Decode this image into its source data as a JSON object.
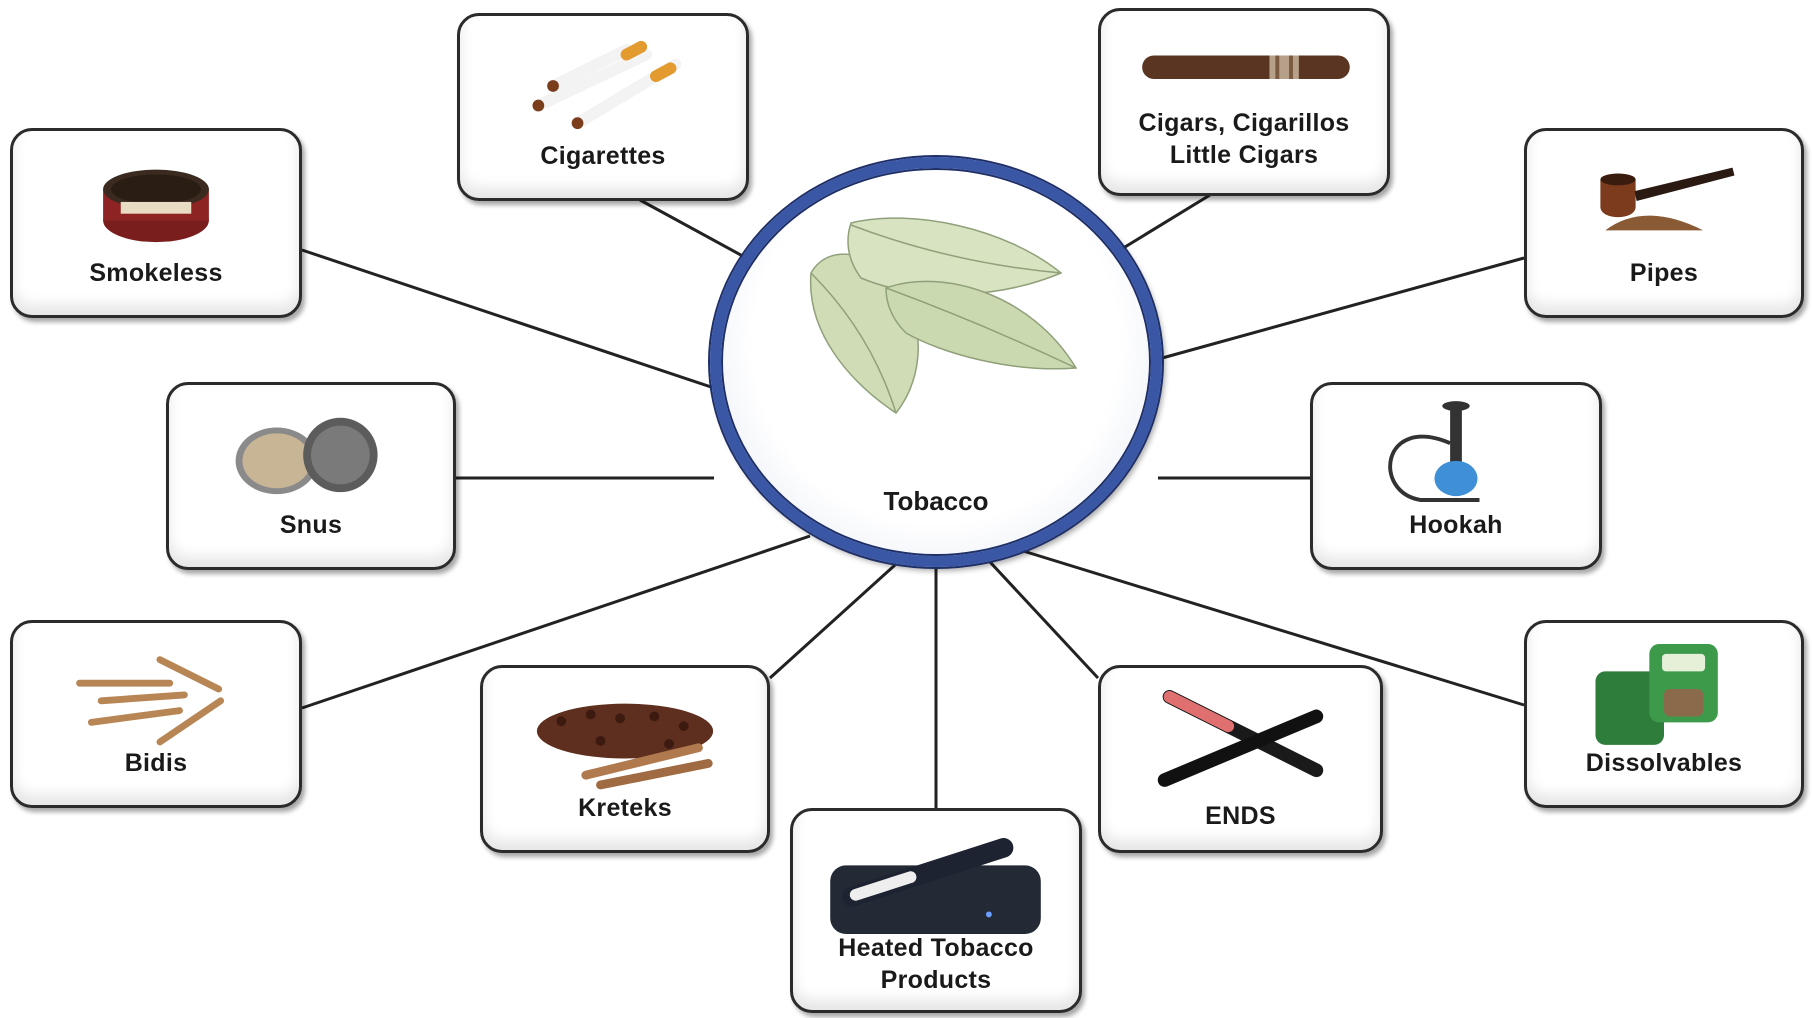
{
  "hub": {
    "label": "Tobacco",
    "icon": "tobacco-leaves-icon",
    "ring_color": "#3a57a6"
  },
  "nodes": [
    {
      "id": "smokeless",
      "label": "Smokeless",
      "icon": "snuff-tin-icon"
    },
    {
      "id": "cigarettes",
      "label": "Cigarettes",
      "icon": "cigarettes-icon"
    },
    {
      "id": "cigars",
      "label": "Cigars, Cigarillos\nLittle Cigars",
      "icon": "cigar-icon"
    },
    {
      "id": "pipes",
      "label": "Pipes",
      "icon": "pipe-icon"
    },
    {
      "id": "snus",
      "label": "Snus",
      "icon": "snus-tin-icon"
    },
    {
      "id": "hookah",
      "label": "Hookah",
      "icon": "hookah-icon"
    },
    {
      "id": "bidis",
      "label": "Bidis",
      "icon": "bidis-icon"
    },
    {
      "id": "kreteks",
      "label": "Kreteks",
      "icon": "kreteks-icon"
    },
    {
      "id": "heated",
      "label": "Heated Tobacco\nProducts",
      "icon": "heated-device-icon"
    },
    {
      "id": "ends",
      "label": "ENDS",
      "icon": "e-cigarette-icon"
    },
    {
      "id": "dissolvables",
      "label": "Dissolvables",
      "icon": "dissolvables-pack-icon"
    }
  ]
}
